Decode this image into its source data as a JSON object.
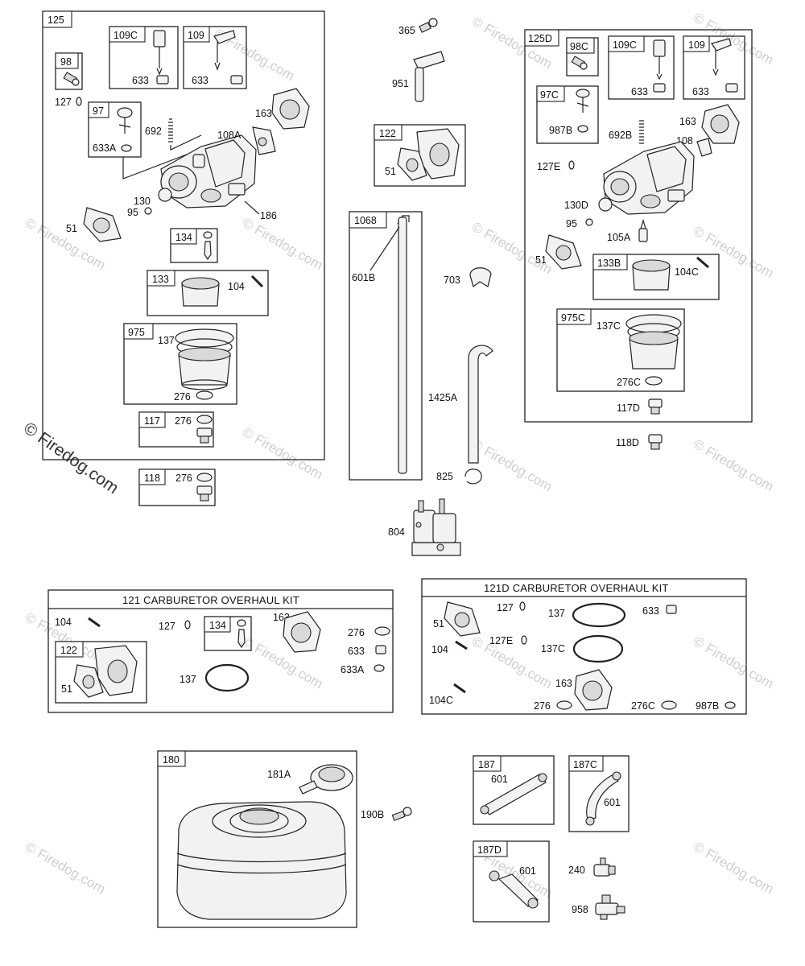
{
  "watermark": {
    "text": "© Firedog.com",
    "side_text": "© Firedog.com"
  },
  "boxes": {
    "b125": "125",
    "b98": "98",
    "b109C": "109C",
    "b109": "109",
    "b97": "97",
    "b134": "134",
    "b133": "133",
    "b975": "975",
    "b117": "117",
    "b118": "118",
    "b122": "122",
    "b1068": "1068",
    "b125D": "125D",
    "b98C": "98C",
    "b109C_d": "109C",
    "b109_d": "109",
    "b97C": "97C",
    "b133B": "133B",
    "b975C": "975C",
    "b134_k": "134",
    "b122_k": "122",
    "b180": "180",
    "b187": "187",
    "b187C": "187C",
    "b187D": "187D"
  },
  "kits": {
    "k121": "121 CARBURETOR OVERHAUL KIT",
    "k121D": "121D CARBURETOR OVERHAUL KIT"
  },
  "labels": {
    "l127a": "127",
    "l633a": "633",
    "l633b": "633",
    "l692": "692",
    "l633A": "633A",
    "l108A": "108A",
    "l163a": "163",
    "l130": "130",
    "l95a": "95",
    "l186": "186",
    "l51a": "51",
    "l104a": "104",
    "l137a": "137",
    "l276a": "276",
    "l276b": "276",
    "l276c": "276",
    "l365": "365",
    "l951": "951",
    "l51b": "51",
    "l601B": "601B",
    "l703": "703",
    "l1425A": "1425A",
    "l825": "825",
    "l804": "804",
    "l633c": "633",
    "l633d": "633",
    "l987B": "987B",
    "l692B": "692B",
    "l163b": "163",
    "l108": "108",
    "l127E": "127E",
    "l130D": "130D",
    "l95b": "95",
    "l105A": "105A",
    "l51c": "51",
    "l104C": "104C",
    "l137C": "137C",
    "l276C": "276C",
    "l117D": "117D",
    "l118D": "118D",
    "k104": "104",
    "k127": "127",
    "k163": "163",
    "k276": "276",
    "k633": "633",
    "k633A": "633A",
    "k51": "51",
    "k137": "137",
    "d51": "51",
    "d127": "127",
    "d137": "137",
    "d633": "633",
    "d104": "104",
    "d127E": "127E",
    "d137C": "137C",
    "d163": "163",
    "d104C": "104C",
    "d276": "276",
    "d276C": "276C",
    "d987B": "987B",
    "l181A": "181A",
    "l190B": "190B",
    "l601a": "601",
    "l601b": "601",
    "l601c": "601",
    "l240": "240",
    "l958": "958"
  }
}
